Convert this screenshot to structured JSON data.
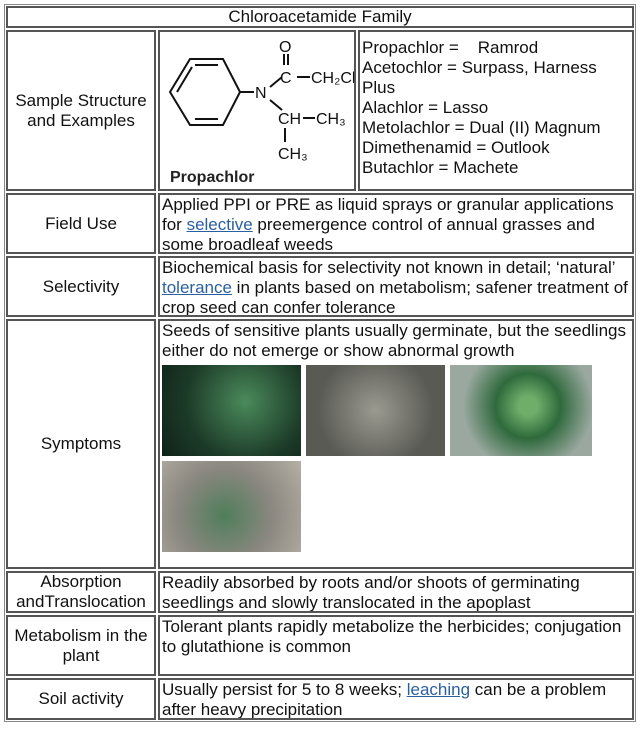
{
  "title": "Chloroacetamide Family",
  "rows": {
    "structure": {
      "label": "Sample Structure and Examples",
      "structure_name": "Propachlor",
      "examples": [
        "Propachlor =    Ramrod",
        "Acetochlor = Surpass, Harness Plus",
        "Alachlor = Lasso",
        "Metolachlor = Dual (II) Magnum",
        "Dimethenamid = Outlook",
        "Butachlor = Machete"
      ],
      "chem": {
        "o": "O",
        "c": "C",
        "ch2cl": "CH₂Cl",
        "n": "N",
        "ch": "CH",
        "ch3a": "CH₃",
        "ch3b": "CH₃"
      }
    },
    "field_use": {
      "label": "Field Use",
      "pre": "Applied PPI or PRE as liquid sprays or granular applications for ",
      "link": "selective",
      "post": " preemergence control of annual grasses and some broadleaf weeds"
    },
    "selectivity": {
      "label": "Selectivity",
      "pre": "Biochemical basis for selectivity not known in detail; ‘natural’ ",
      "link": "tolerance",
      "post": " in plants based on metabolism; safener treatment of crop seed can confer tolerance"
    },
    "symptoms": {
      "label": "Symptoms",
      "text": "Seeds of sensitive plants usually germinate, but the seedlings either do not emerge or show abnormal growth"
    },
    "absorption": {
      "label": "Absorption andTranslocation",
      "text": "Readily absorbed by roots and/or shoots of germinating seedlings and slowly translocated in the apoplast"
    },
    "metabolism": {
      "label": "Metabolism in the plant",
      "text": "Tolerant plants rapidly metabolize the herbicides; conjugation to glutathione is common"
    },
    "soil": {
      "label": "Soil activity",
      "pre": "Usually persist for 5 to 8 weeks; ",
      "link": "leaching",
      "post": " can be a problem after heavy precipitation"
    }
  },
  "colors": {
    "link": "#2a5fa0",
    "border": "#555555"
  }
}
